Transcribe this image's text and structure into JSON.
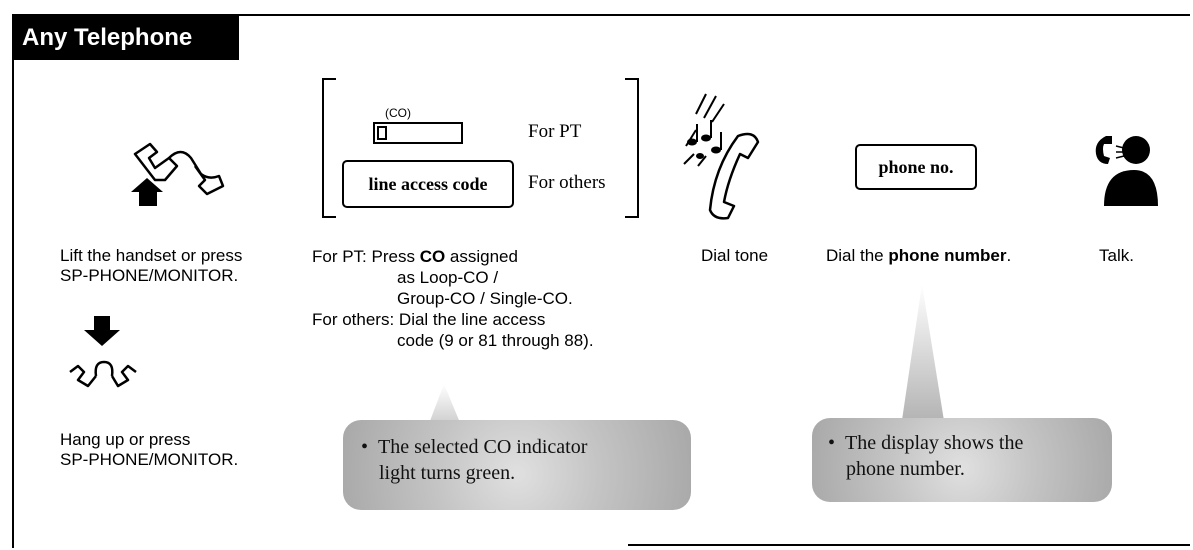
{
  "header": {
    "title": "Any Telephone"
  },
  "steps": {
    "lift": {
      "line1": "Lift the handset or press",
      "line2": "SP-PHONE/MONITOR."
    },
    "hang": {
      "line1": "Hang up or press",
      "line2": "SP-PHONE/MONITOR."
    },
    "access": {
      "co_label": "(CO)",
      "for_pt": "For PT",
      "line_access_code": "line access code",
      "for_others": "For others",
      "desc_pt_prefix": "For PT: Press ",
      "desc_pt_bold": "CO",
      "desc_pt_suffix": " assigned",
      "desc_pt_2": "as Loop-CO /",
      "desc_pt_3": "Group-CO / Single-CO.",
      "desc_others_1": "For others: Dial the line access",
      "desc_others_2": "code (9 or 81 through 88)."
    },
    "dial_tone": {
      "label": "Dial tone"
    },
    "dial": {
      "key": "phone no.",
      "label_prefix": "Dial the ",
      "label_bold": "phone number",
      "label_suffix": "."
    },
    "talk": {
      "label": "Talk."
    }
  },
  "notes": {
    "co_note": {
      "bullet": "•",
      "line1": "The selected CO indicator",
      "line2": "light turns green."
    },
    "display_note": {
      "bullet": "•",
      "line1": "The display shows the",
      "line2": "phone number."
    }
  },
  "icons": [
    "handset-lift-icon",
    "handset-hang-icon",
    "dial-tone-icon",
    "talk-icon"
  ]
}
